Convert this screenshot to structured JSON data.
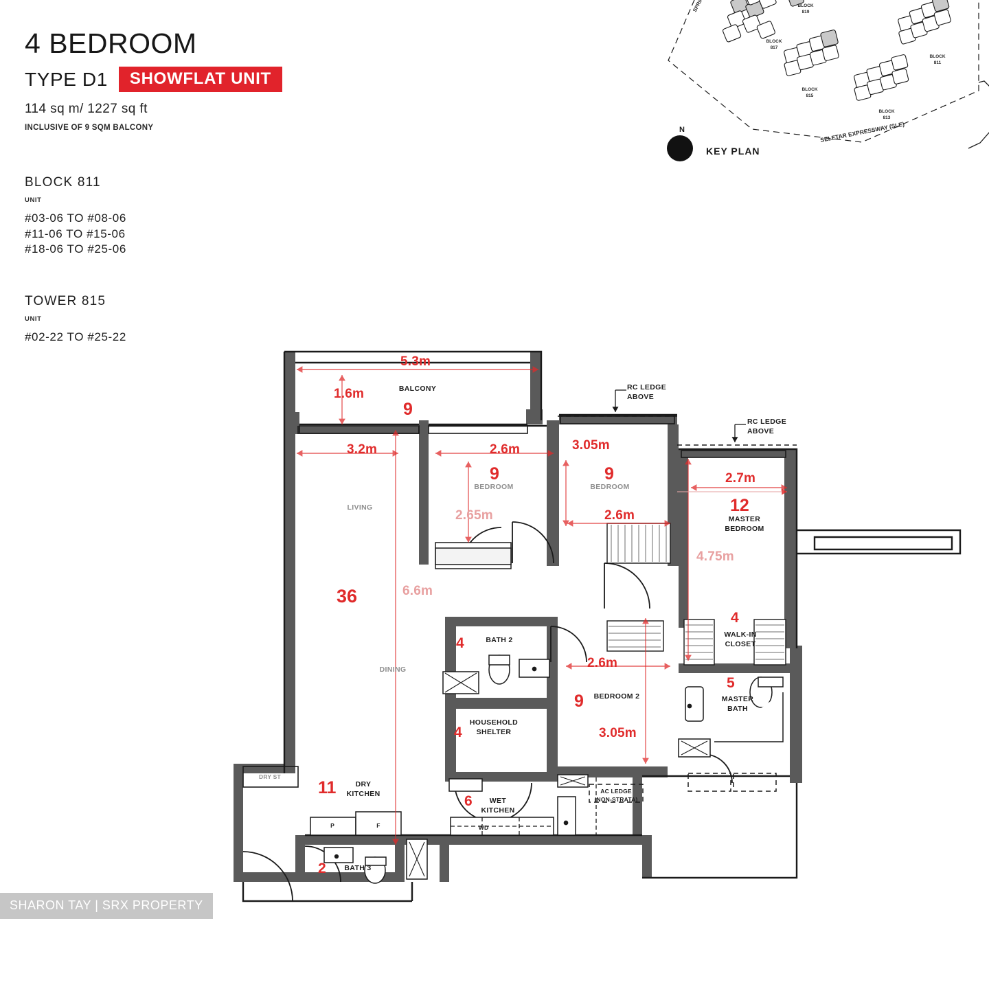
{
  "header": {
    "title": "4 BEDROOM",
    "type": "TYPE D1",
    "badge": "SHOWFLAT UNIT",
    "area": "114 sq m/ 1227 sq ft",
    "inclusive": "INCLUSIVE OF 9 SQM BALCONY"
  },
  "blocks": [
    {
      "name": "BLOCK 811",
      "unit_label": "UNIT",
      "units": [
        "#03-06 TO #08-06",
        "#11-06 TO #15-06",
        "#18-06 TO #25-06"
      ]
    },
    {
      "name": "TOWER 815",
      "unit_label": "UNIT",
      "units": [
        "#02-22 TO #25-22"
      ]
    }
  ],
  "key_plan": {
    "label": "KEY PLAN",
    "north": "N",
    "road_bottom": "SELETAR EXPRESSWAY (SLE)",
    "road_left": "SPRINGLEAF",
    "blocks": [
      {
        "name": "BLOCK 817"
      },
      {
        "name": "BLOCK 819"
      },
      {
        "name": "BLOCK 811"
      },
      {
        "name": "BLOCK 815"
      },
      {
        "name": "BLOCK 813"
      }
    ]
  },
  "floorplan": {
    "rooms": [
      {
        "key": "balcony",
        "name": "BALCONY",
        "area": "9"
      },
      {
        "key": "living",
        "name": "LIVING",
        "area": "36"
      },
      {
        "key": "dining",
        "name": "DINING",
        "area": ""
      },
      {
        "key": "bedroom_t",
        "name": "BEDROOM",
        "area": "9"
      },
      {
        "key": "bedroom_r",
        "name": "BEDROOM",
        "area": "9"
      },
      {
        "key": "master",
        "name": "MASTER BEDROOM",
        "area": "12"
      },
      {
        "key": "bedroom2",
        "name": "BEDROOM 2",
        "area": "9"
      },
      {
        "key": "bath2",
        "name": "BATH 2",
        "area": "4"
      },
      {
        "key": "bath3",
        "name": "BATH 3",
        "area": "2"
      },
      {
        "key": "shelter",
        "name": "HOUSEHOLD SHELTER",
        "area": "4"
      },
      {
        "key": "wic",
        "name": "WALK-IN CLOSET",
        "area": "4"
      },
      {
        "key": "mbath",
        "name": "MASTER BATH",
        "area": "5"
      },
      {
        "key": "dry_kit",
        "name": "DRY KITCHEN",
        "area": "11"
      },
      {
        "key": "wet_kit",
        "name": "WET KITCHEN",
        "area": "6"
      },
      {
        "key": "dry_st",
        "name": "DRY ST",
        "area": ""
      }
    ],
    "dimensions": {
      "balcony_width": "5.3m",
      "balcony_depth": "1.6m",
      "living_width": "3.2m",
      "bedroom_t_width": "2.6m",
      "bedroom_t_depth": "2.65m",
      "bedroom_r_width": "3.05m",
      "bedroom_r_depth": "2.6m",
      "master_width": "2.7m",
      "master_depth": "4.75m",
      "bedroom2_width": "2.6m",
      "bedroom2_depth": "3.05m",
      "living_depth": "6.6m"
    },
    "notes": [
      {
        "key": "rc_ledge_1",
        "text": "RC LEDGE\nABOVE"
      },
      {
        "key": "rc_ledge_2",
        "text": "RC LEDGE\nABOVE"
      },
      {
        "key": "ac_ledge",
        "text": "AC LEDGE\n(NON-STRATA)"
      }
    ],
    "appliances": [
      {
        "key": "pantry",
        "label": "P"
      },
      {
        "key": "fridge",
        "label": "F"
      },
      {
        "key": "washer",
        "label": "WD"
      }
    ]
  },
  "watermark": "SHARON TAY | SRX PROPERTY",
  "colors": {
    "accent_red": "#e1232b",
    "annotation_red": "#e02b2b",
    "wall_dark": "#5a5a5a",
    "text_dark": "#1a1a1a"
  }
}
